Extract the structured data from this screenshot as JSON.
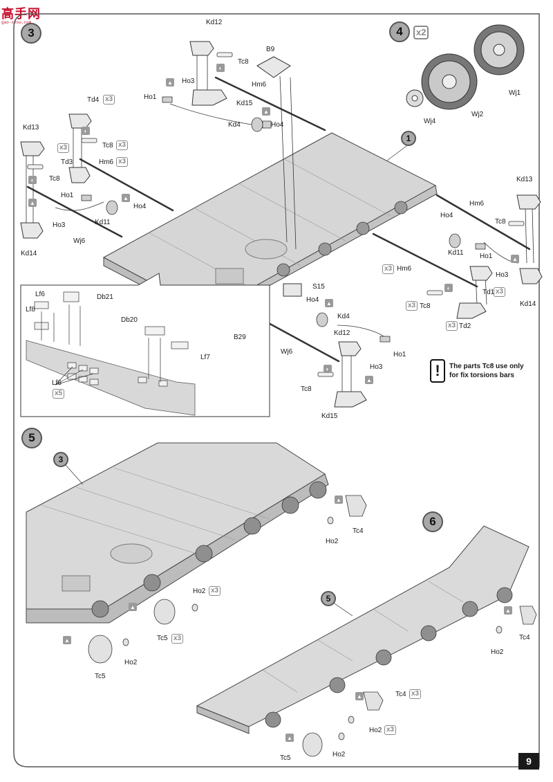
{
  "watermark": {
    "logo_text": "高手网",
    "site": "gao-shou.com"
  },
  "page_number": "9",
  "steps": {
    "s3": "3",
    "s4": "4",
    "s5": "5",
    "s6": "6",
    "ref1": "1",
    "ref3": "3",
    "ref5": "5"
  },
  "multipliers": {
    "x2": "x2",
    "x3": "x3",
    "x5": "x5"
  },
  "note": {
    "mark": "!",
    "text": "The parts Tc8 use only for fix torsions bars"
  },
  "labels": {
    "kd12": "Kd12",
    "tc8": "Tc8",
    "b9": "B9",
    "ho1": "Ho1",
    "ho3": "Ho3",
    "hm6": "Hm6",
    "kd15": "Kd15",
    "kd4": "Kd4",
    "ho4": "Ho4",
    "td4": "Td4",
    "kd13": "Kd13",
    "td3": "Td3",
    "kd11": "Kd11",
    "wj6": "Wj6",
    "kd14": "Kd14",
    "wj1": "Wj1",
    "wj2": "Wj2",
    "wj4": "Wj4",
    "td1": "Td1",
    "td2": "Td2",
    "s15": "S15",
    "b29": "B29",
    "lf6": "Lf6",
    "lf8": "Lf8",
    "db21": "Db21",
    "db20": "Db20",
    "lf7": "Lf7",
    "ho2": "Ho2",
    "tc4": "Tc4",
    "tc5": "Tc5"
  },
  "icons": {
    "glue": "glue-icon",
    "swap": "rotate-icon",
    "warning": "exclamation-icon"
  }
}
